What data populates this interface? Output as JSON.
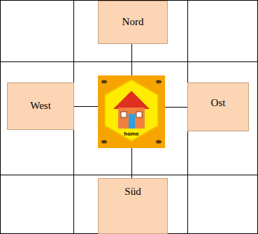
{
  "diagram": {
    "nodes": [
      {
        "text": [
          "Nord"
        ]
      },
      {
        "text": [
          "West"
        ]
      },
      {
        "text": [
          "home"
        ]
      },
      {
        "text": [
          "Ost"
        ]
      },
      {
        "text": [
          "Süd"
        ]
      }
    ],
    "edges": [
      {
        "from": 0,
        "to": 2,
        "arrow": "none"
      },
      {
        "from": 1,
        "to": 2,
        "arrow": "none"
      },
      {
        "from": 2,
        "to": 3,
        "arrow": "none"
      },
      {
        "from": 2,
        "to": 4,
        "arrow": "none"
      }
    ]
  }
}
